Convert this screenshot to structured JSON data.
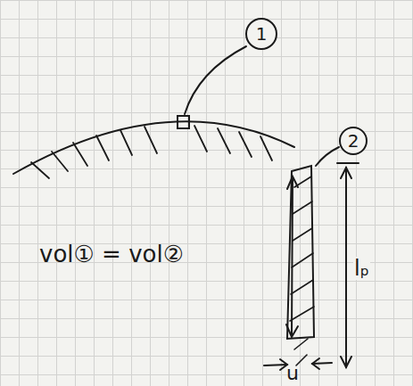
{
  "diagram": {
    "nodes": [
      {
        "text": [
          "1"
        ]
      },
      {
        "text": [
          "2"
        ]
      }
    ],
    "labels": [
      "vol① = vol②",
      "lₚ",
      "u"
    ]
  }
}
